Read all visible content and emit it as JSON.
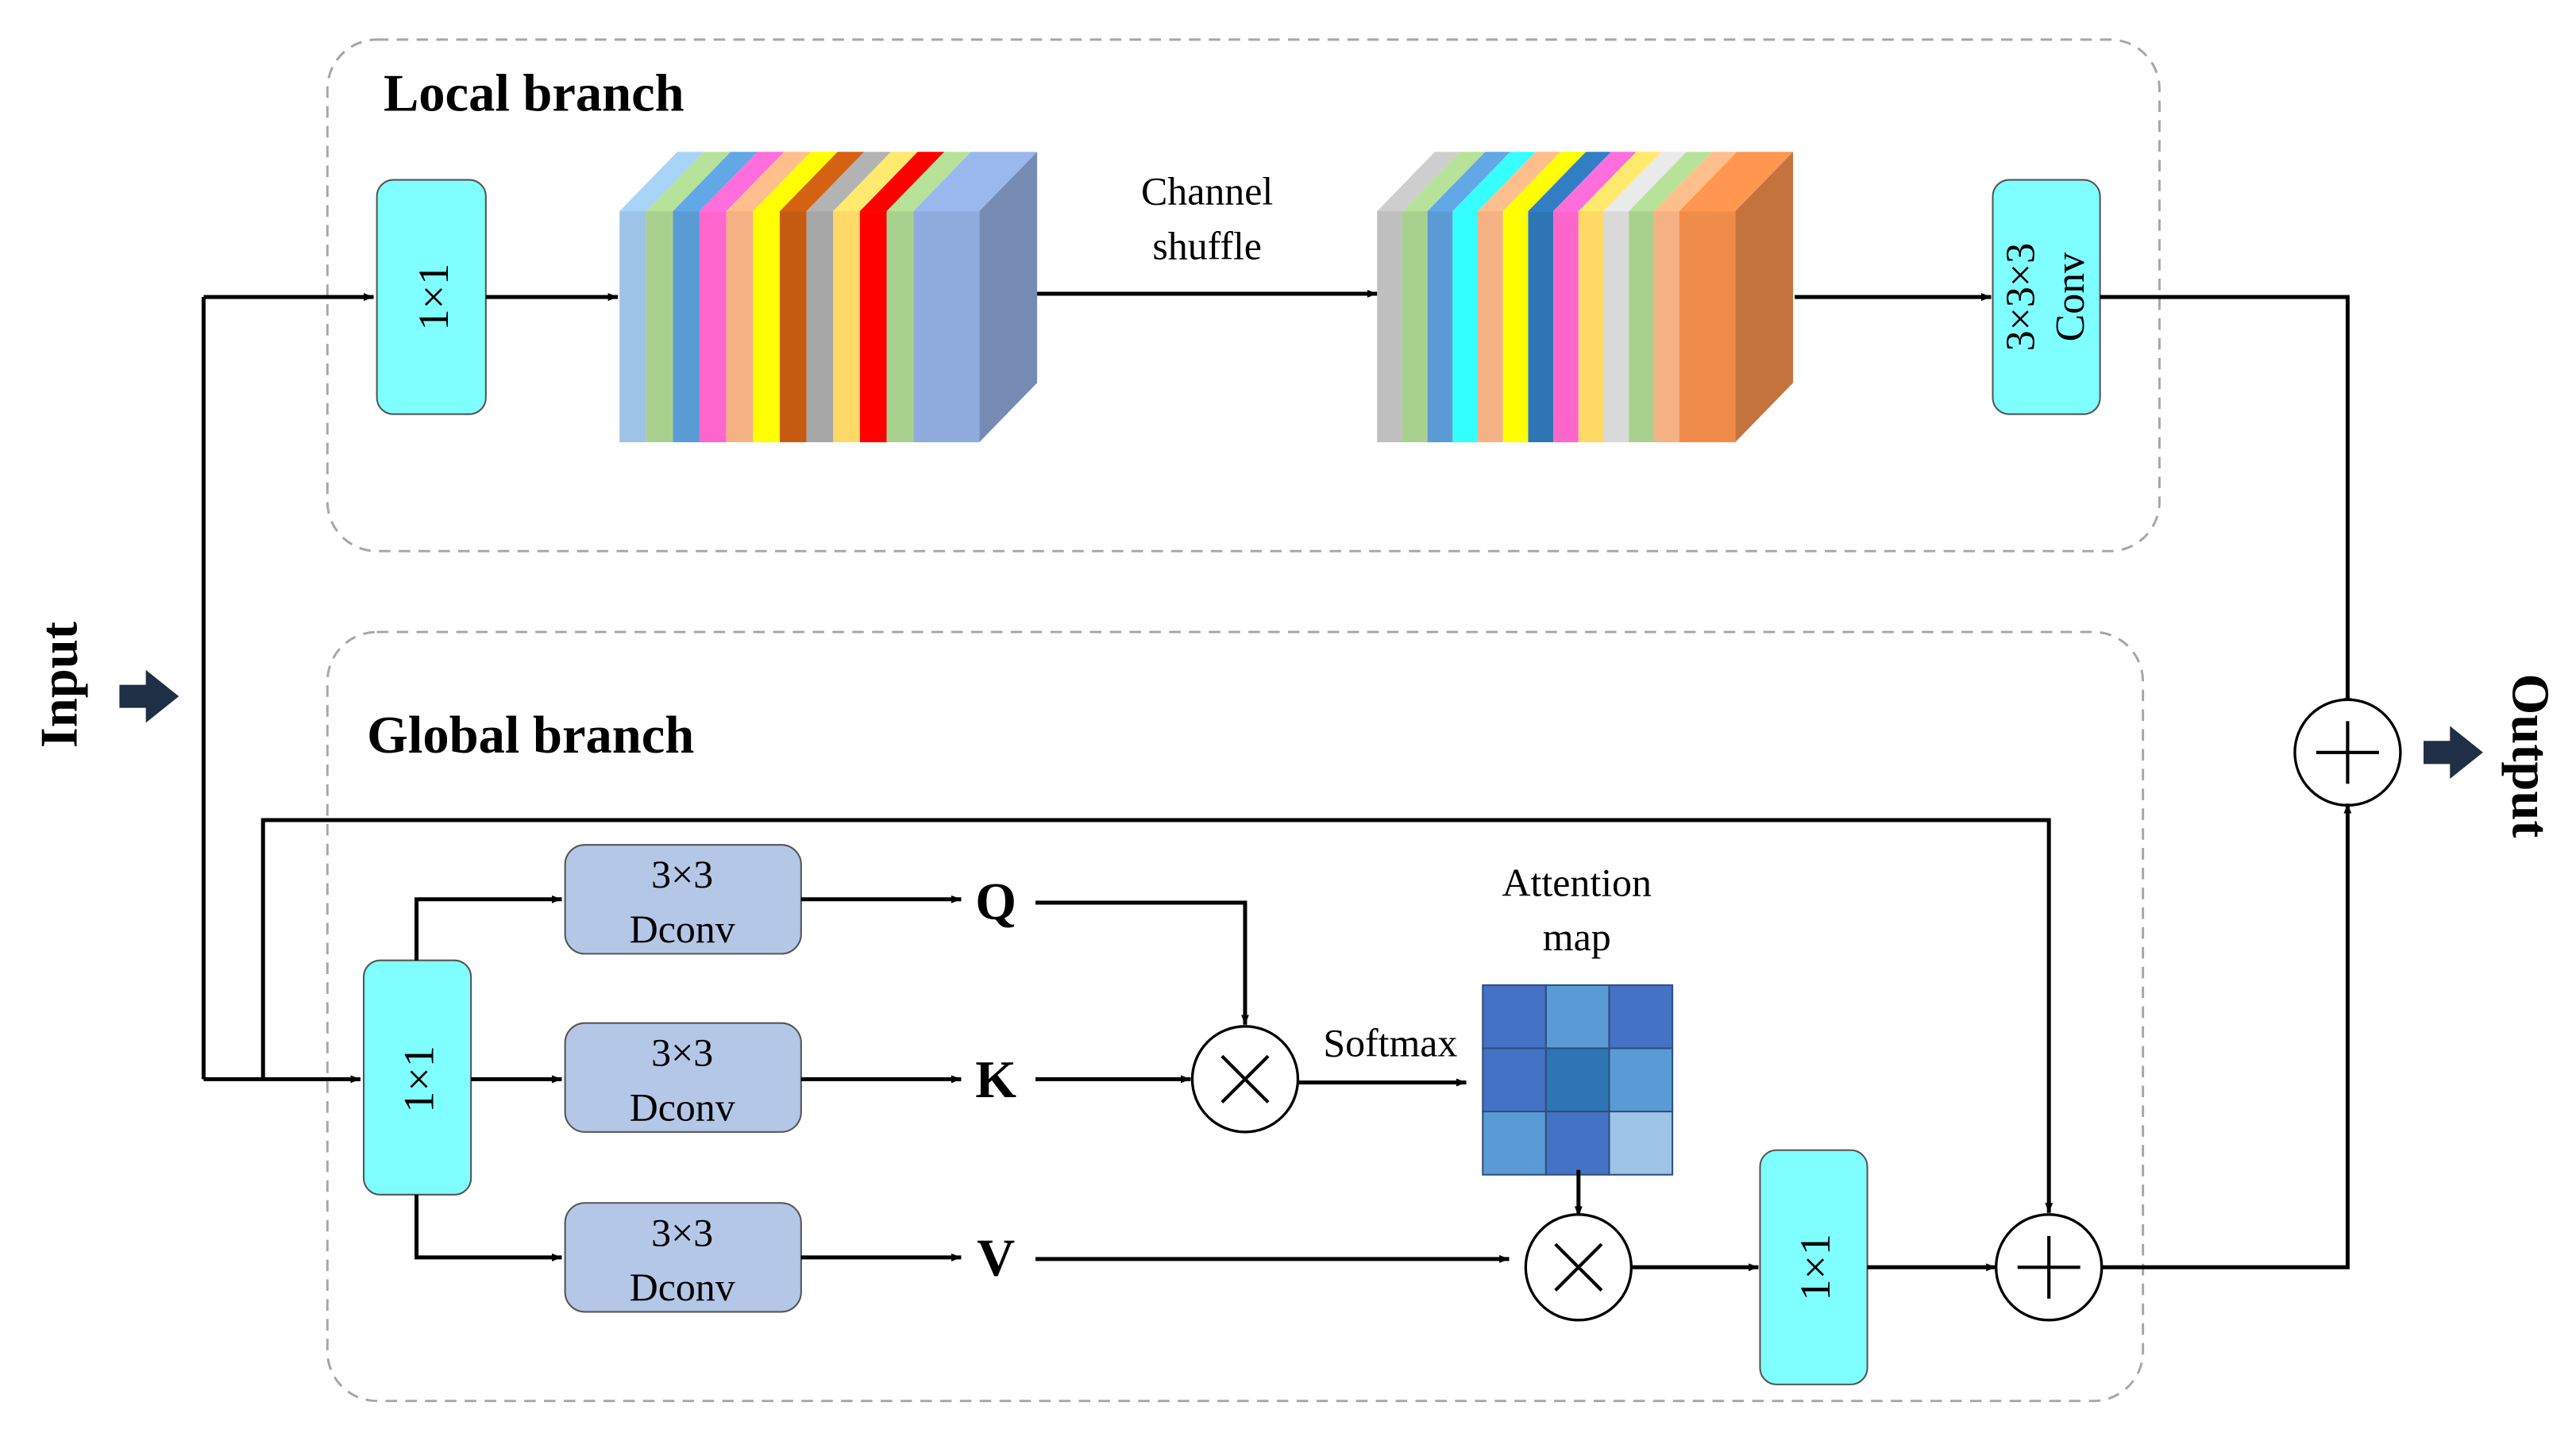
{
  "local_branch": {
    "title": "Local branch",
    "conv1x1": "1×1",
    "shuffle_label_line1": "Channel",
    "shuffle_label_line2": "shuffle",
    "conv3d_line1": "3×3×3",
    "conv3d_line2": "Conv",
    "stack_before_colors": [
      "#9DC3E6",
      "#A9D18E",
      "#5B9BD5",
      "#FF66CC",
      "#F4B183",
      "#FFFF00",
      "#C55A11",
      "#A6A6A6",
      "#FFD966",
      "#FF0000",
      "#A9D18E",
      "#8FAADC"
    ],
    "stack_after_colors": [
      "#BFBFBF",
      "#A9D18E",
      "#5B9BD5",
      "#33FFFF",
      "#F4B183",
      "#FFFF00",
      "#2E75B6",
      "#FF66CC",
      "#FFD966",
      "#D9D9D9",
      "#A9D18E",
      "#F4B183",
      "#F08C4A"
    ]
  },
  "global_branch": {
    "title": "Global branch",
    "conv1x1_in": "1×1",
    "dconv_label_line1": "3×3",
    "dconv_label_line2": "Dconv",
    "q": "Q",
    "k": "K",
    "v": "V",
    "softmax": "Softmax",
    "attention_line1": "Attention",
    "attention_line2": "map",
    "conv1x1_out": "1×1",
    "attention_colors": [
      "#4472C4",
      "#5B9BD5",
      "#4472C4",
      "#4472C4",
      "#2E75B6",
      "#5B9BD5",
      "#5B9BD5",
      "#4472C4",
      "#9DC3E6"
    ]
  },
  "io": {
    "input": "Input",
    "output": "Output"
  },
  "colors": {
    "conv_fill": "#7FFFFF",
    "dconv_fill": "#B4C7E7",
    "panel_border": "#A6A6A6",
    "arrow_head": "#1F2F45"
  }
}
